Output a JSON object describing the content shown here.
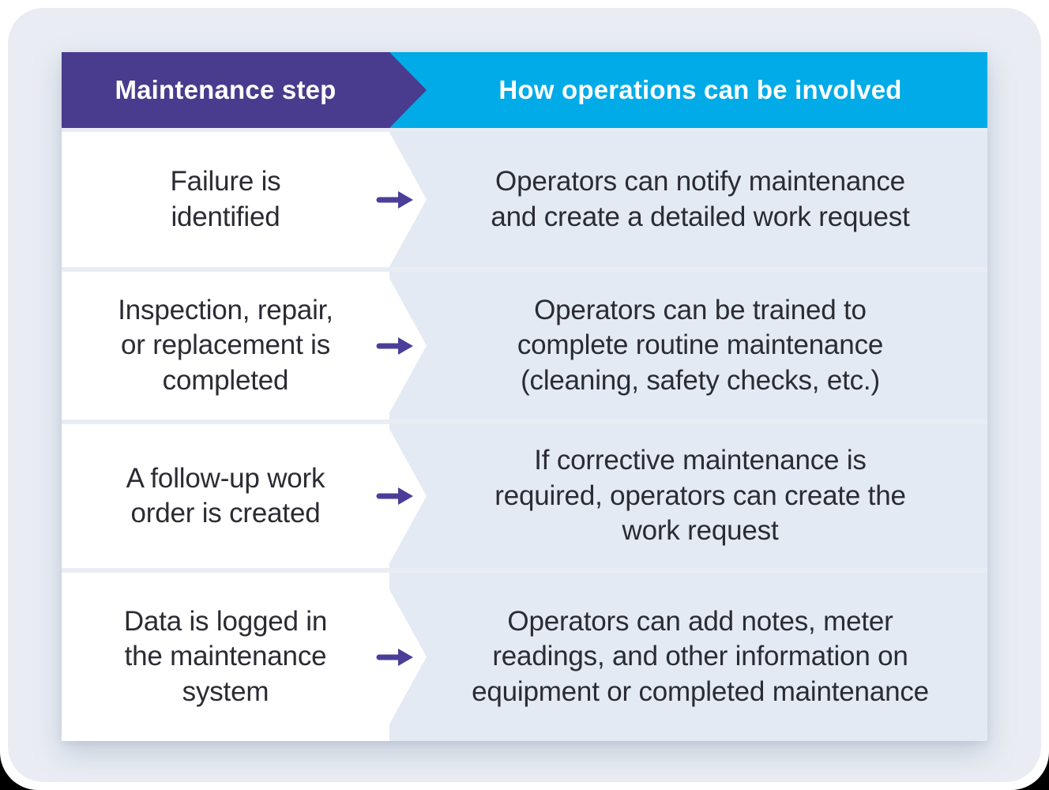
{
  "table": {
    "header": {
      "step_label": "Maintenance step",
      "involvement_label": "How operations can be involved"
    },
    "rows": [
      {
        "step": "Failure is\nidentified",
        "involvement": "Operators can notify maintenance\nand create a detailed work request"
      },
      {
        "step": "Inspection, repair,\nor replacement is\ncompleted",
        "involvement": "Operators can be trained to\ncomplete routine maintenance\n(cleaning, safety checks, etc.)"
      },
      {
        "step": "A follow-up work\norder is created",
        "involvement": "If corrective maintenance is\nrequired, operators can create the\nwork request"
      },
      {
        "step": "Data is logged in\nthe maintenance\nsystem",
        "involvement": "Operators can add notes, meter\nreadings, and other information on\nequipment or completed maintenance"
      }
    ]
  },
  "colors": {
    "header_purple": "#493b8d",
    "header_blue": "#00abe8",
    "card_background": "#e9edf3",
    "step_cell_background": "#ffffff",
    "involvement_cell_background": "#e3eaf3",
    "header_text": "#ffffff",
    "body_text": "#2b2b34",
    "arrow": "#4a3e99"
  }
}
